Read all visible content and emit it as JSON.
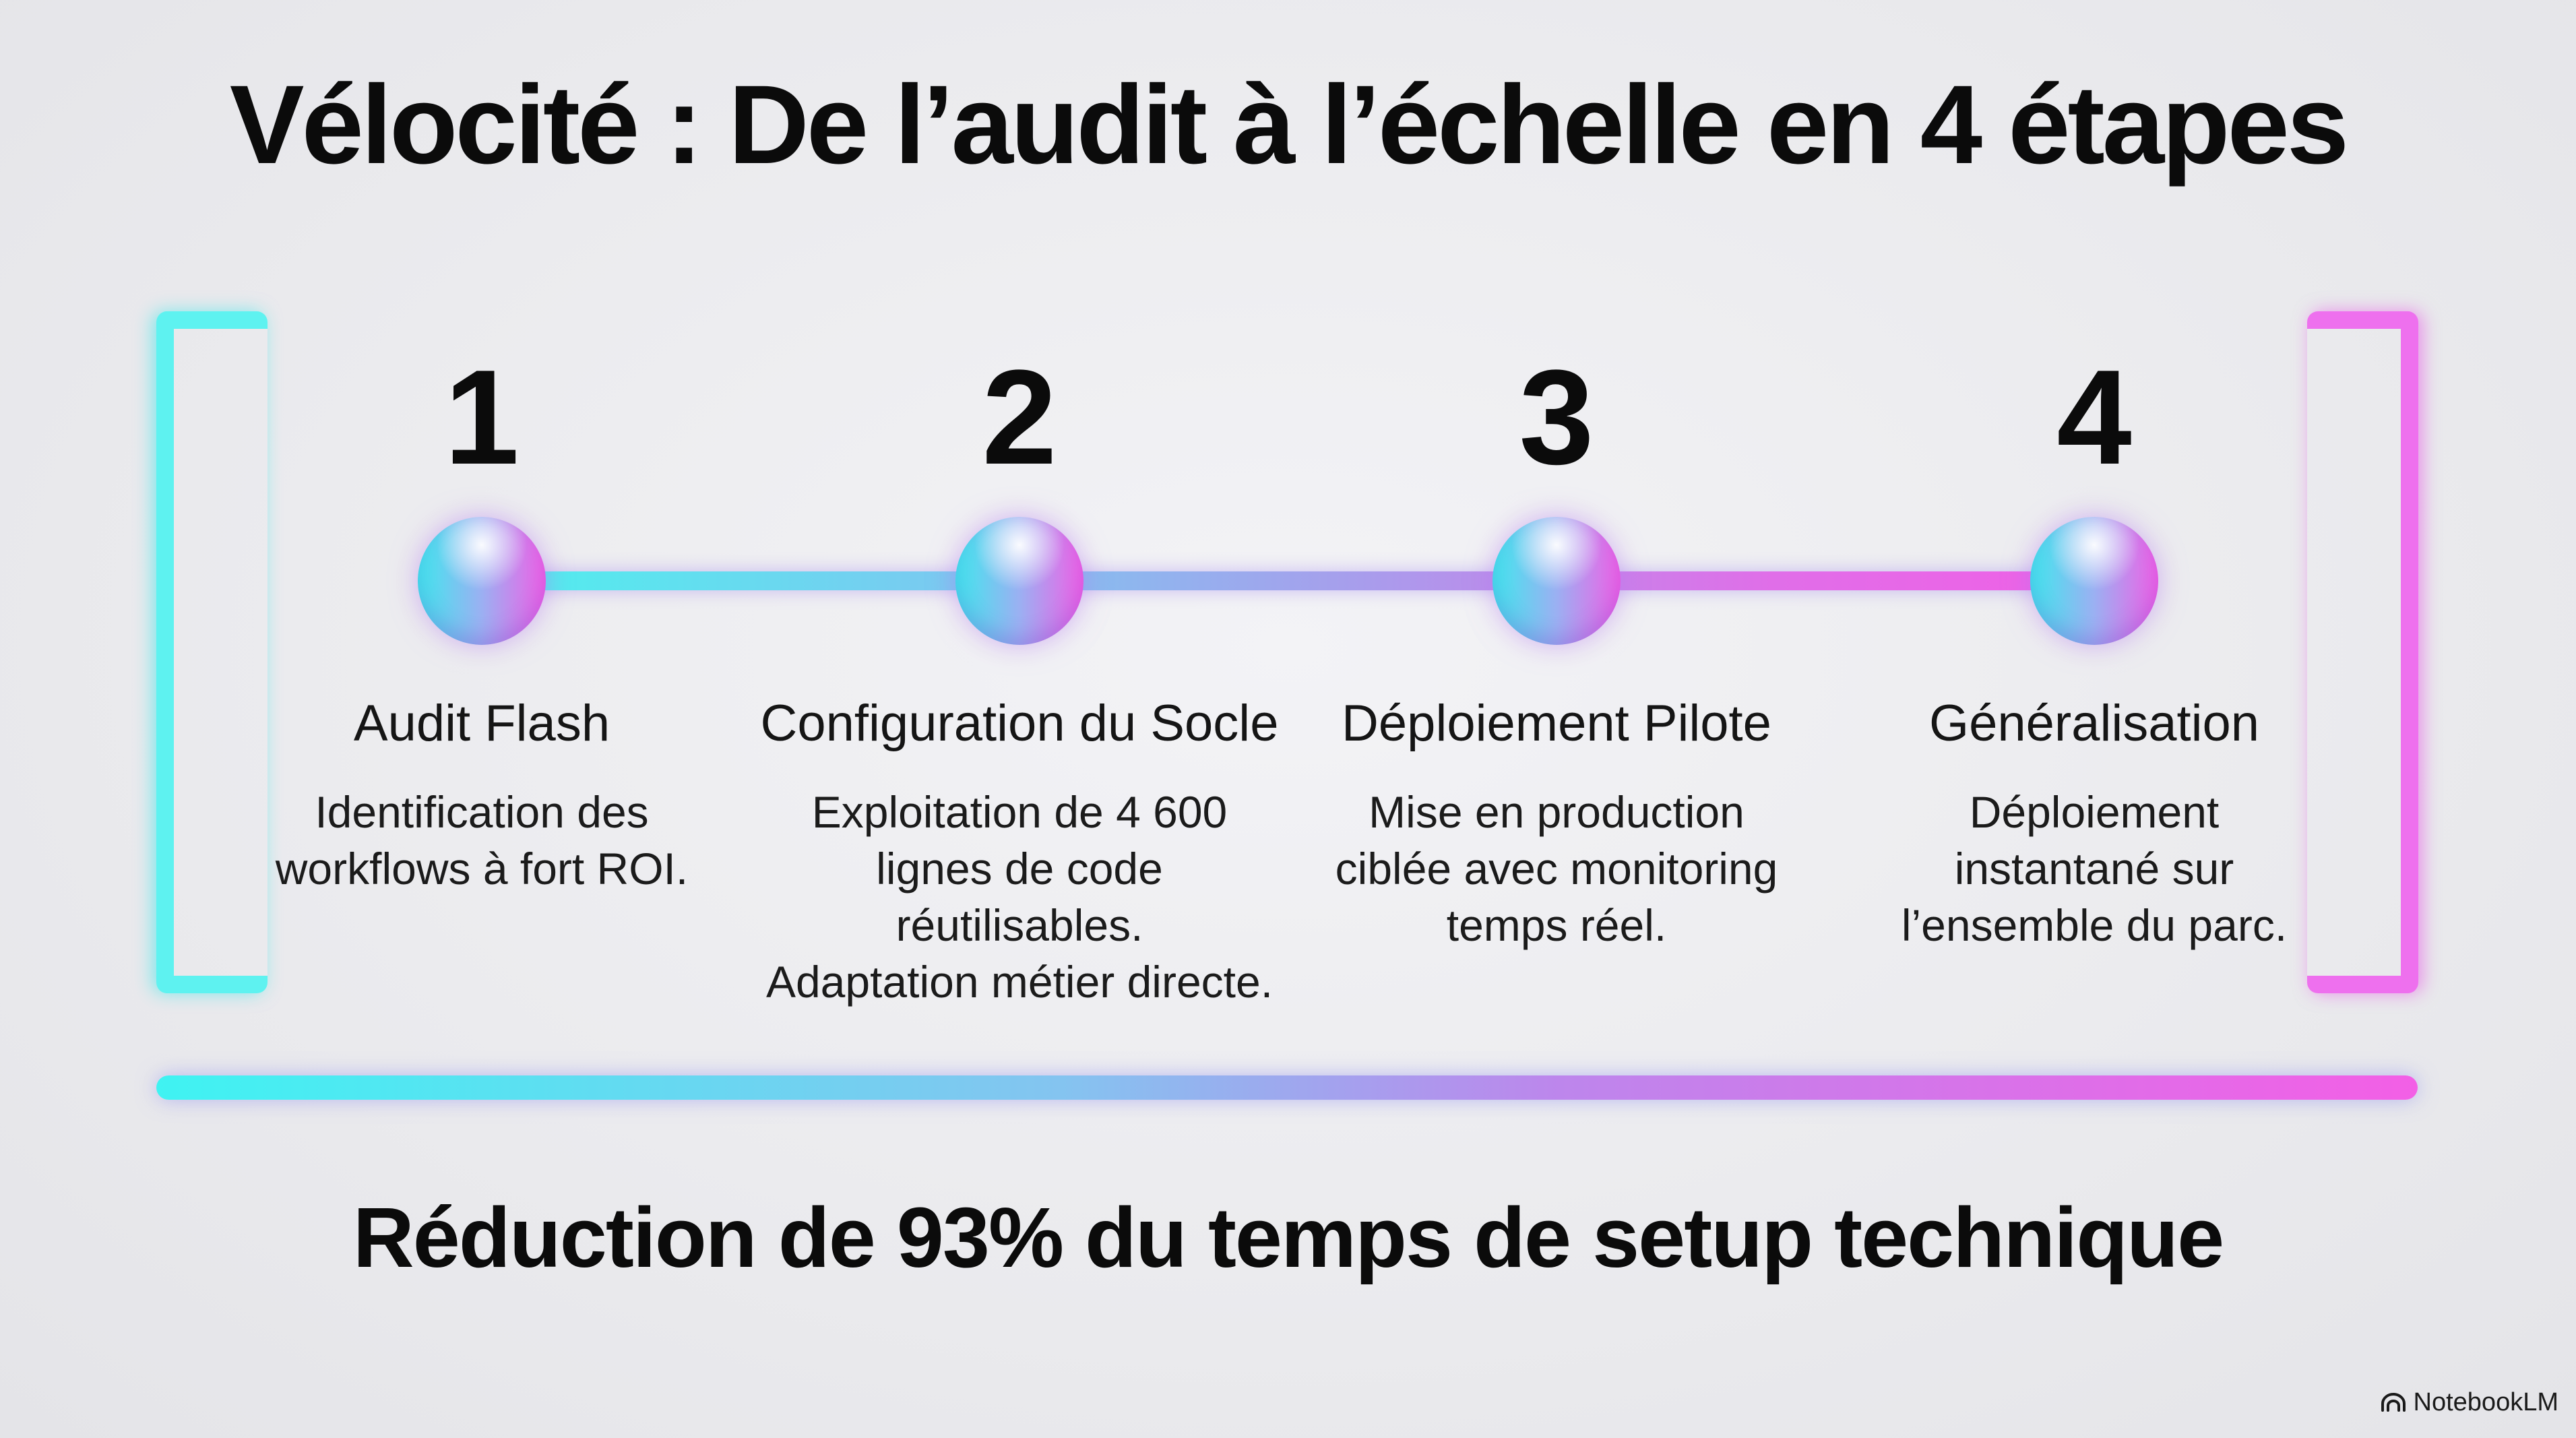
{
  "title": "Vélocité : De l’audit à l’échelle en 4 étapes",
  "steps": [
    {
      "number": "1",
      "label": "Audit Flash",
      "description": [
        "Identification des",
        "workflows à fort ROI."
      ]
    },
    {
      "number": "2",
      "label": "Configuration du Socle",
      "description": [
        "Exploitation de 4 600",
        "lignes de code réutilisables.",
        "Adaptation métier directe."
      ]
    },
    {
      "number": "3",
      "label": "Déploiement Pilote",
      "description": [
        "Mise en production",
        "ciblée avec monitoring",
        "temps réel."
      ]
    },
    {
      "number": "4",
      "label": "Généralisation",
      "description": [
        "Déploiement",
        "instantané sur",
        "l’ensemble du parc."
      ]
    }
  ],
  "footer": "Réduction de 93% du temps de setup technique",
  "brand": {
    "name": "NotebookLM",
    "icon": "notebooklm-logo-icon"
  },
  "colors": {
    "accent_start": "#4ef0ee",
    "accent_mid": "#a99cec",
    "accent_end": "#f060e6",
    "background": "#ececef",
    "text": "#0b0b0b"
  }
}
